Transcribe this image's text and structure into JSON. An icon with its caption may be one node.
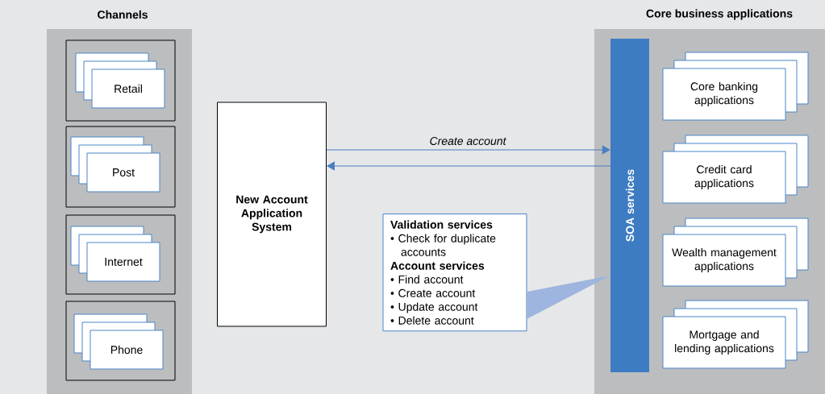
{
  "diagram": {
    "nodes": [
      {
        "text": [
          "Channels"
        ]
      },
      {
        "text": [
          "Retail"
        ],
        "in": 0
      },
      {
        "text": [
          "Post"
        ],
        "in": 0
      },
      {
        "text": [
          "Internet"
        ],
        "in": 0
      },
      {
        "text": [
          "Phone"
        ],
        "in": 0
      },
      {
        "text": [
          "New Account Application System"
        ]
      },
      {
        "text": [
          "Core business applications"
        ]
      },
      {
        "text": [
          "SOA services"
        ],
        "in": 6
      },
      {
        "text": [
          "Core banking applications"
        ],
        "in": 6
      },
      {
        "text": [
          "Credit card applications"
        ],
        "in": 6
      },
      {
        "text": [
          "Wealth management applications"
        ],
        "in": 6
      },
      {
        "text": [
          "Mortgage and lending applications"
        ],
        "in": 6
      },
      {
        "text": [
          "Validation services",
          "• Check for duplicate accounts",
          "Account services",
          "• Find account",
          "• Create account",
          "• Update account",
          "• Delete account"
        ]
      }
    ],
    "edges": [
      {
        "from": 5,
        "to": 7,
        "arrow": "to",
        "label": "Create account"
      },
      {
        "from": 7,
        "to": 5,
        "arrow": "to"
      },
      {
        "from": 12,
        "to": 7,
        "arrow": "none",
        "color": "#9db5df"
      }
    ]
  }
}
